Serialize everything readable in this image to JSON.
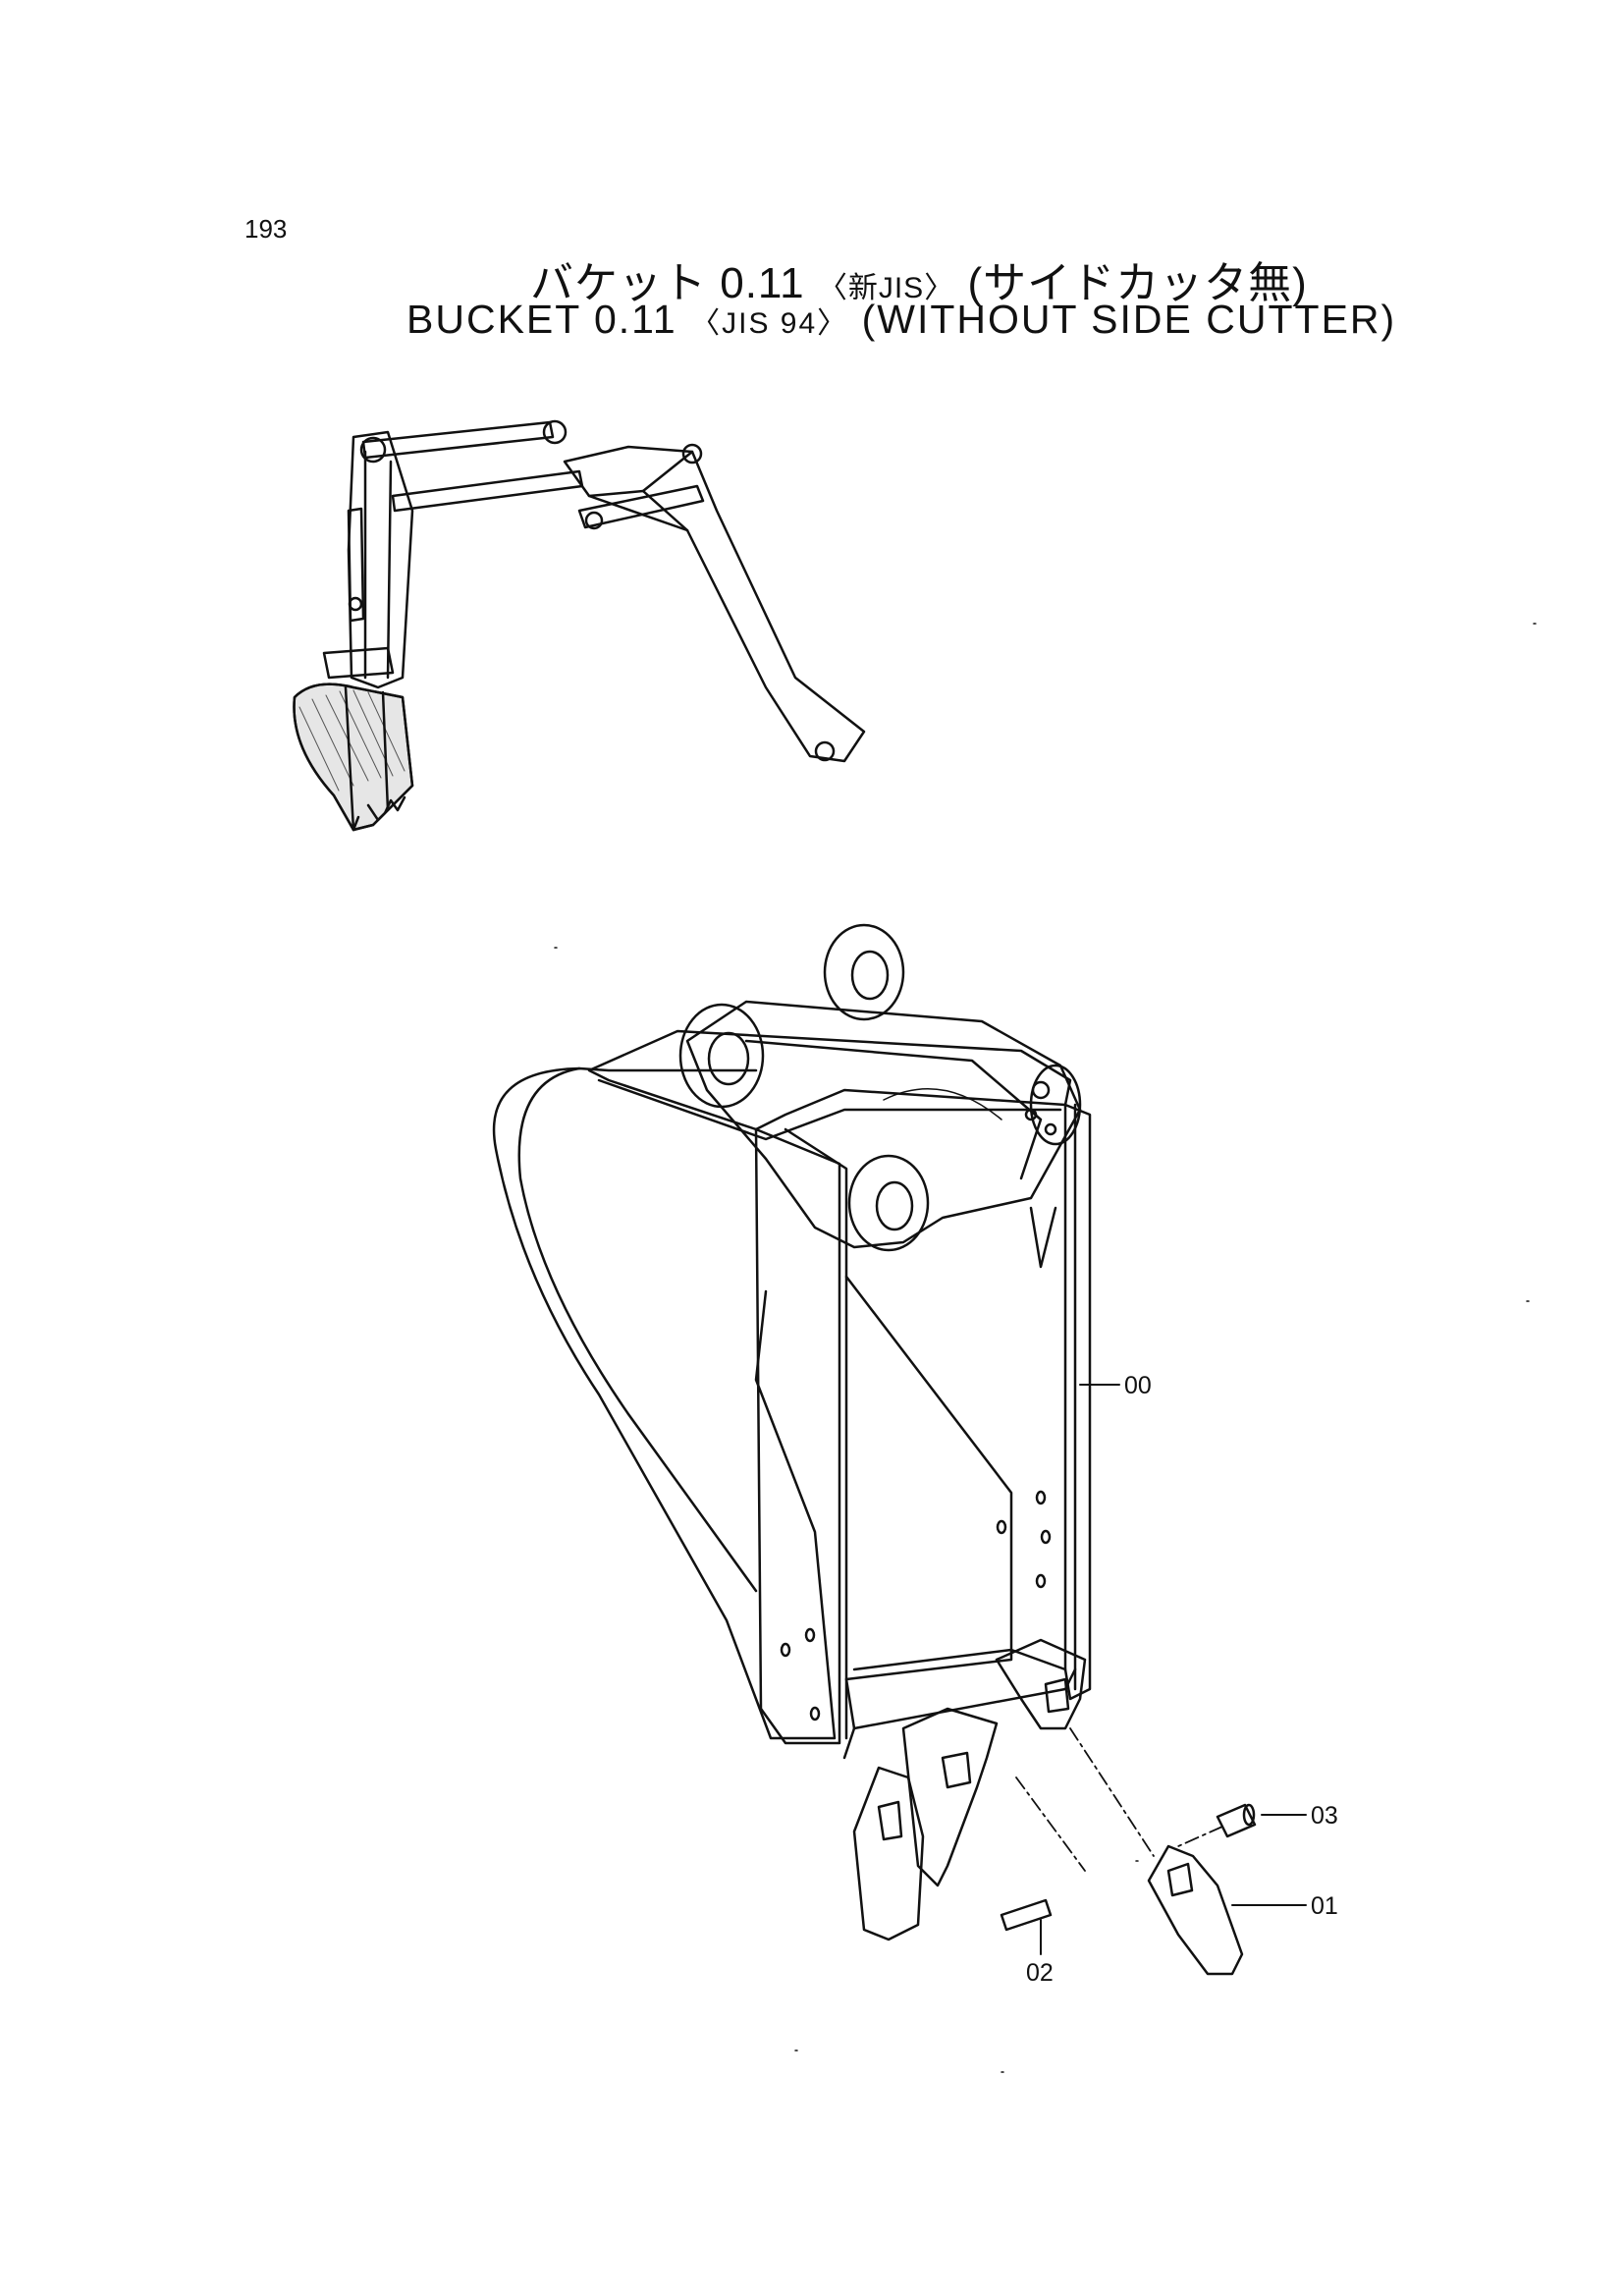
{
  "page_number": "193",
  "title": {
    "jp_prefix": "バケット 0.11",
    "jp_bracket": "〈新JIS〉",
    "jp_suffix": "(サイドカッタ無)",
    "en_prefix": "BUCKET 0.11",
    "en_bracket": "〈JIS 94〉",
    "en_suffix": "(WITHOUT SIDE CUTTER)"
  },
  "callouts": {
    "c00": "00",
    "c01": "01",
    "c02": "02",
    "c03": "03"
  }
}
